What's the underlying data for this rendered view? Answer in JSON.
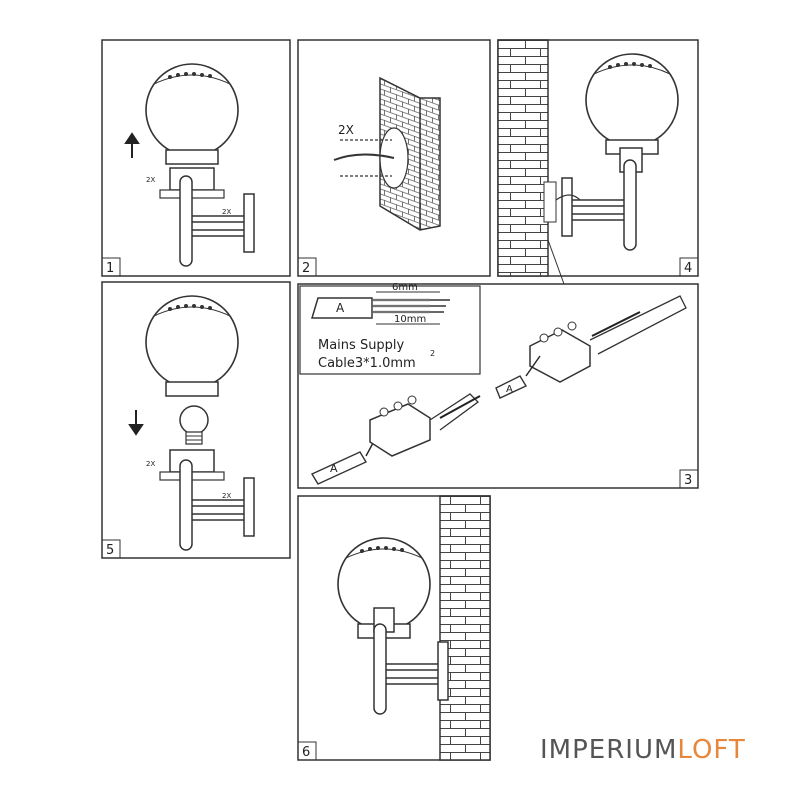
{
  "panels": [
    {
      "number": "1"
    },
    {
      "number": "2"
    },
    {
      "number": "3"
    },
    {
      "number": "4"
    },
    {
      "number": "5"
    },
    {
      "number": "6"
    }
  ],
  "annotations": {
    "screws": "2X",
    "strip_outer": "6mm",
    "strip_inner": "10mm",
    "cable_label": "A",
    "mains_line1": "Mains Supply",
    "mains_line2": "Cable3*1.0mm",
    "mains_sup": "2"
  },
  "brand": {
    "part1": "IMPERIUM",
    "part2": "LOFT"
  },
  "colors": {
    "line": "#333333",
    "brand_gray": "#555555",
    "brand_accent": "#e8863a"
  }
}
